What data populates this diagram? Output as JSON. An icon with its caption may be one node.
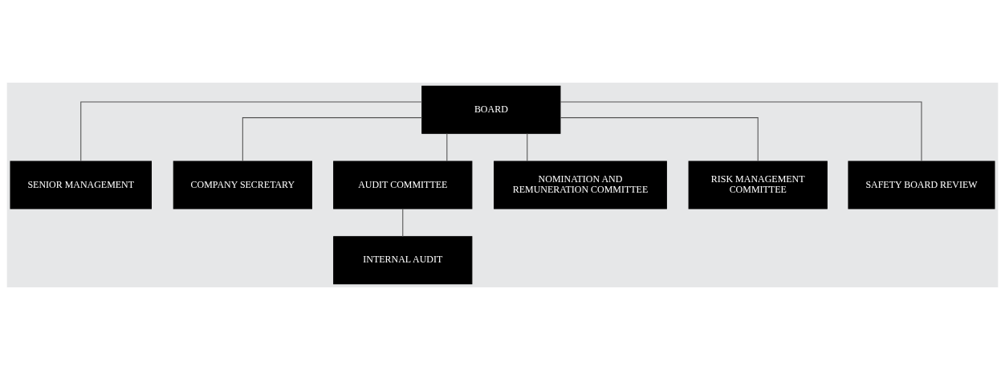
{
  "diagram": {
    "nodes": [
      {
        "text": [
          "BOARD"
        ]
      },
      {
        "text": [
          "SENIOR MANAGEMENT"
        ]
      },
      {
        "text": [
          "COMPANY SECRETARY"
        ]
      },
      {
        "text": [
          "AUDIT COMMITTEE"
        ]
      },
      {
        "text": [
          "NOMINATION AND REMUNERATION COMMITTEE"
        ]
      },
      {
        "text": [
          "RISK MANAGEMENT COMMITTEE"
        ]
      },
      {
        "text": [
          "SAFETY BOARD REVIEW"
        ]
      },
      {
        "text": [
          "INTERNAL AUDIT"
        ]
      }
    ],
    "edges": [
      {
        "from": 0,
        "to": 1,
        "arrow": "none"
      },
      {
        "from": 0,
        "to": 2,
        "arrow": "none"
      },
      {
        "from": 0,
        "to": 3,
        "arrow": "none"
      },
      {
        "from": 0,
        "to": 4,
        "arrow": "none"
      },
      {
        "from": 0,
        "to": 5,
        "arrow": "none"
      },
      {
        "from": 0,
        "to": 6,
        "arrow": "none"
      },
      {
        "from": 3,
        "to": 7,
        "arrow": "none"
      }
    ]
  }
}
